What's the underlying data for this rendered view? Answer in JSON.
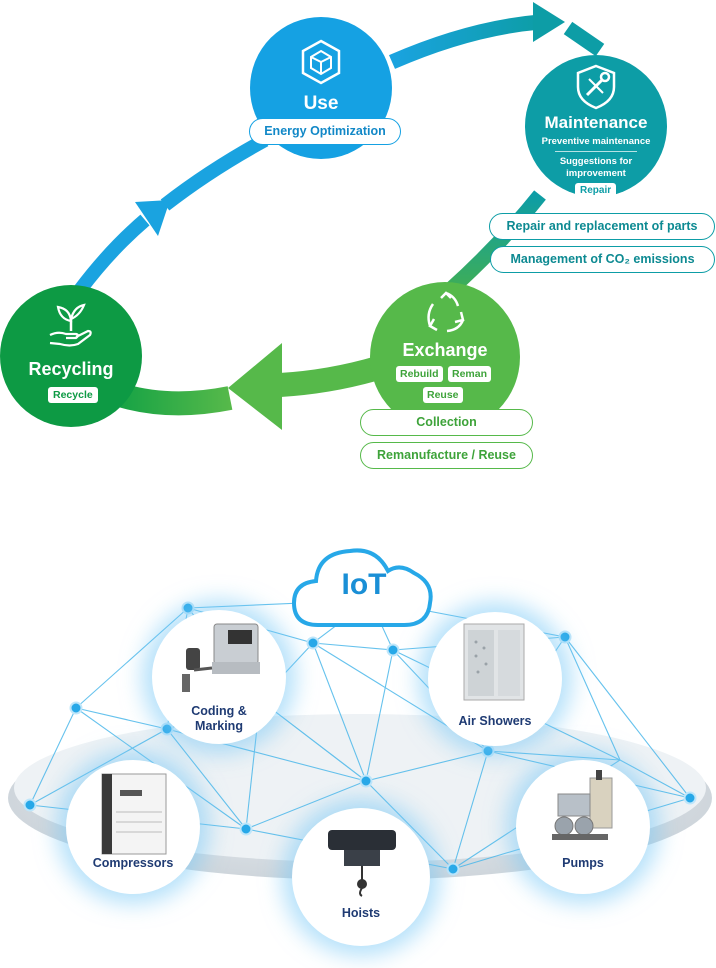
{
  "cycle": {
    "use": {
      "title": "Use",
      "icon": "cube-icon",
      "pills": [
        "Energy Optimization"
      ],
      "color": "#15a1e3"
    },
    "maintenance": {
      "title": "Maintenance",
      "icon": "shield-wrench-icon",
      "sub1": "Preventive maintenance",
      "sub2": "Suggestions for improvement",
      "tag": "Repair",
      "pills": [
        "Repair and replacement of parts",
        "Management of CO₂ emissions"
      ],
      "color": "#0d9da6"
    },
    "exchange": {
      "title": "Exchange",
      "icon": "recycle-arrows-icon",
      "tags": [
        "Rebuild",
        "Reman",
        "Reuse"
      ],
      "pills": [
        "Collection",
        "Remanufacture / Reuse"
      ],
      "color": "#56b94a"
    },
    "recycling": {
      "title": "Recycling",
      "icon": "hand-plant-icon",
      "tag": "Recycle",
      "color": "#0d9a44"
    }
  },
  "iot": {
    "hub_label": "IoT",
    "devices": [
      {
        "label": "Coding & Marking",
        "icon": "inkjet-printer-icon"
      },
      {
        "label": "Air Showers",
        "icon": "air-shower-booth-icon"
      },
      {
        "label": "Compressors",
        "icon": "compressor-icon"
      },
      {
        "label": "Hoists",
        "icon": "hoist-icon"
      },
      {
        "label": "Pumps",
        "icon": "pump-icon"
      }
    ],
    "line_color": "#4cb8ea",
    "node_color": "#27a8e8"
  }
}
